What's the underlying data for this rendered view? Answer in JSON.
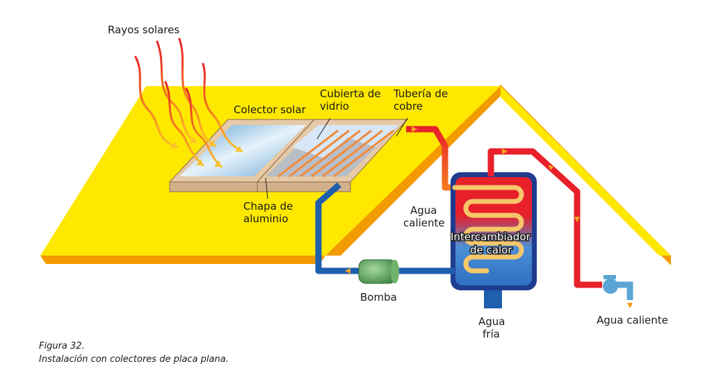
{
  "labels": {
    "rayos": "Rayos solares",
    "colector": "Colector solar",
    "cubierta_1": "Cubierta de",
    "cubierta_2": "vidrio",
    "tuberia_1": "Tubería de",
    "tuberia_2": "cobre",
    "chapa_1": "Chapa de",
    "chapa_2": "aluminio",
    "agua_caliente_tank_1": "Agua",
    "agua_caliente_tank_2": "caliente",
    "intercambiador_1": "Intercambiador",
    "intercambiador_2": "de calor",
    "bomba": "Bomba",
    "agua_fria_1": "Agua",
    "agua_fria_2": "fría",
    "agua_caliente_tap": "Agua caliente"
  },
  "caption": {
    "figure": "Figura 32.",
    "text": "Instalación con colectores de placa plana."
  },
  "colors": {
    "roof": "#ffe800",
    "roof_edge": "#f39a00",
    "hot_pipe": "#e8202a",
    "cold_pipe": "#1e5fae",
    "frame": "#e6c9a6",
    "pump": "#4f9a52",
    "arrow": "#f5a623"
  }
}
